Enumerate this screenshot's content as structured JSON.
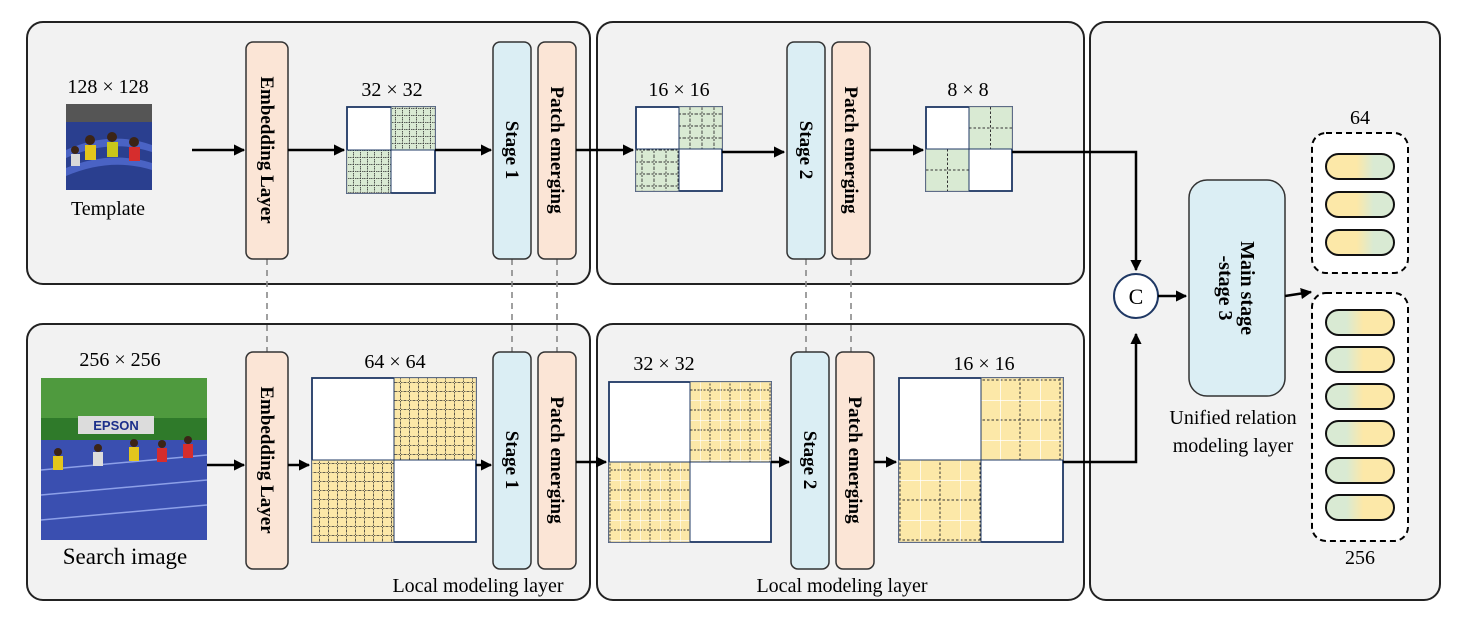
{
  "template": {
    "size_label": "128 × 128",
    "caption": "Template",
    "embedding_label": "Embedding Layer",
    "grid1_label": "32 × 32",
    "stage1_label": "Stage 1",
    "merge1_label": "Patch emerging",
    "grid2_label": "16 × 16",
    "stage2_label": "Stage 2",
    "merge2_label": "Patch emerging",
    "grid3_label": "8 × 8"
  },
  "search": {
    "size_label": "256 × 256",
    "caption": "Search image",
    "embedding_label": "Embedding Layer",
    "grid1_label": "64 × 64",
    "stage1_label": "Stage 1",
    "merge1_label": "Patch emerging",
    "grid2_label": "32 × 32",
    "stage2_label": "Stage 2",
    "merge2_label": "Patch emerging",
    "grid3_label": "16 × 16",
    "photo_banner": "EPSON"
  },
  "local_modeling_label_1": "Local modeling layer",
  "local_modeling_label_2": "Local modeling layer",
  "concat_symbol": "C",
  "main_stage": {
    "line1": "Main stage",
    "line2": "-stage 3"
  },
  "unified": {
    "line1": "Unified relation",
    "line2": "modeling layer"
  },
  "output": {
    "top_count": "64",
    "bottom_count": "256"
  },
  "colors": {
    "panel_fill": "#f2f2f2",
    "embedding_fill": "#fbe5d6",
    "stage_fill": "#dbeef4",
    "template_token": "#d9ead3",
    "search_token": "#fce8a8",
    "grid_border": "#1f3864"
  }
}
